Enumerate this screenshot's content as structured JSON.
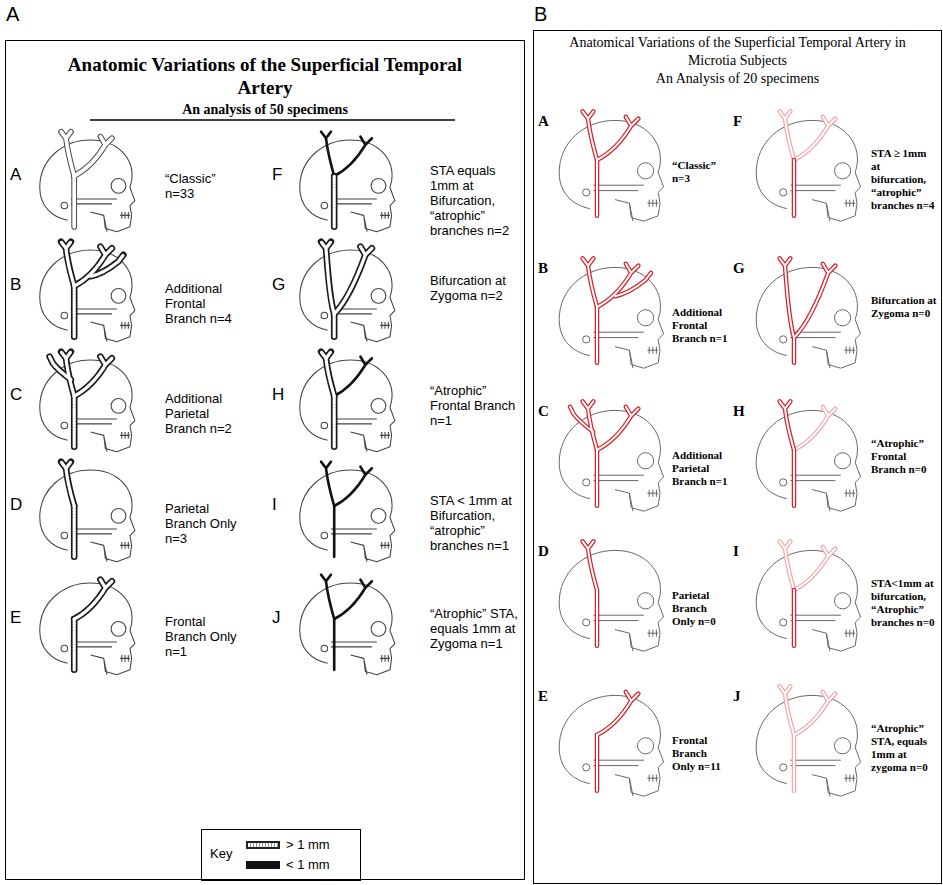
{
  "diagram": {
    "nodes": [
      {
        "text": [
          "A",
          "Anatomic Variations of the Superficial Temporal Artery",
          "An analysis of 50 specimens"
        ]
      },
      {
        "text": [
          "B",
          "Anatomical Variations of the Superficial Temporal Artery in Microtia Subjects",
          "An Analysis of 20 specimens"
        ]
      },
      {
        "text": [
          "Key"
        ],
        "in": 0
      }
    ],
    "labels": [
      "A",
      "“Classic” n=33",
      "B",
      "Additional Frontal Branch n=4",
      "C",
      "Additional Parietal Branch n=2",
      "D",
      "Parietal Branch Only n=3",
      "E",
      "Frontal Branch Only n=1",
      "F",
      "STA equals 1mm at Bifurcation, “atrophic” branches n=2",
      "G",
      "Bifurcation at Zygoma n=2",
      "H",
      "“Atrophic” Frontal Branch n=1",
      "I",
      "STA < 1mm at Bifurcation, “atrophic” branches n=1",
      "J",
      "“Atrophic” STA, equals 1mm at Zygoma n=1",
      "A",
      "“Classic” n=3",
      "B",
      "Additional Frontal Branch n=1",
      "C",
      "Additional Parietal Branch n=1",
      "D",
      "Parietal Branch Only n=0",
      "E",
      "Frontal Branch Only n=11",
      "F",
      "STA ≥ 1mm at bifurcation, “atrophic” branches n=4",
      "G",
      "Bifurcation at Zygoma n=0",
      "H",
      "“Atrophic” Frontal Branch n=0",
      "I",
      "STA<1mm at bifurcation, “Atrophic” branches n=0",
      "J",
      "“Atrophic” STA, equals 1mm at zygoma n=0"
    ],
    "legend": [
      {
        "text": "> 1 mm"
      },
      {
        "text": "< 1 mm"
      }
    ]
  }
}
